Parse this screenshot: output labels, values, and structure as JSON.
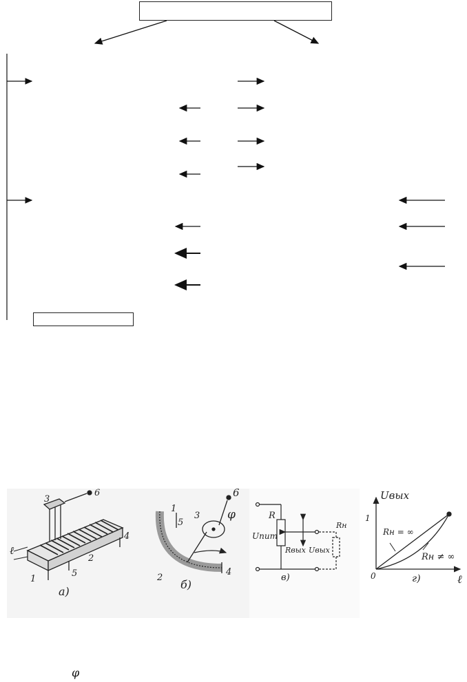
{
  "symbols": {
    "phi": "φ"
  },
  "figure_labels": {
    "a": "а)",
    "b": "б)",
    "v": "в)",
    "g": "г)"
  },
  "part_numbers": {
    "n1": "1",
    "n2": "2",
    "n3": "3",
    "n4": "4",
    "n5": "5",
    "n6": "6"
  },
  "circuit": {
    "r": "R",
    "u_pit": "Uпит",
    "r_vyh": "Rвых",
    "u_vyh": "Uвых",
    "r_n": "Rн"
  },
  "graph": {
    "y_axis": "Uвых",
    "x_axis": "ℓ",
    "origin": "0",
    "tick": "1",
    "curve_inf": "Rн = ∞",
    "curve_not_inf": "Rн ≠ ∞"
  },
  "dim_l": "ℓ"
}
